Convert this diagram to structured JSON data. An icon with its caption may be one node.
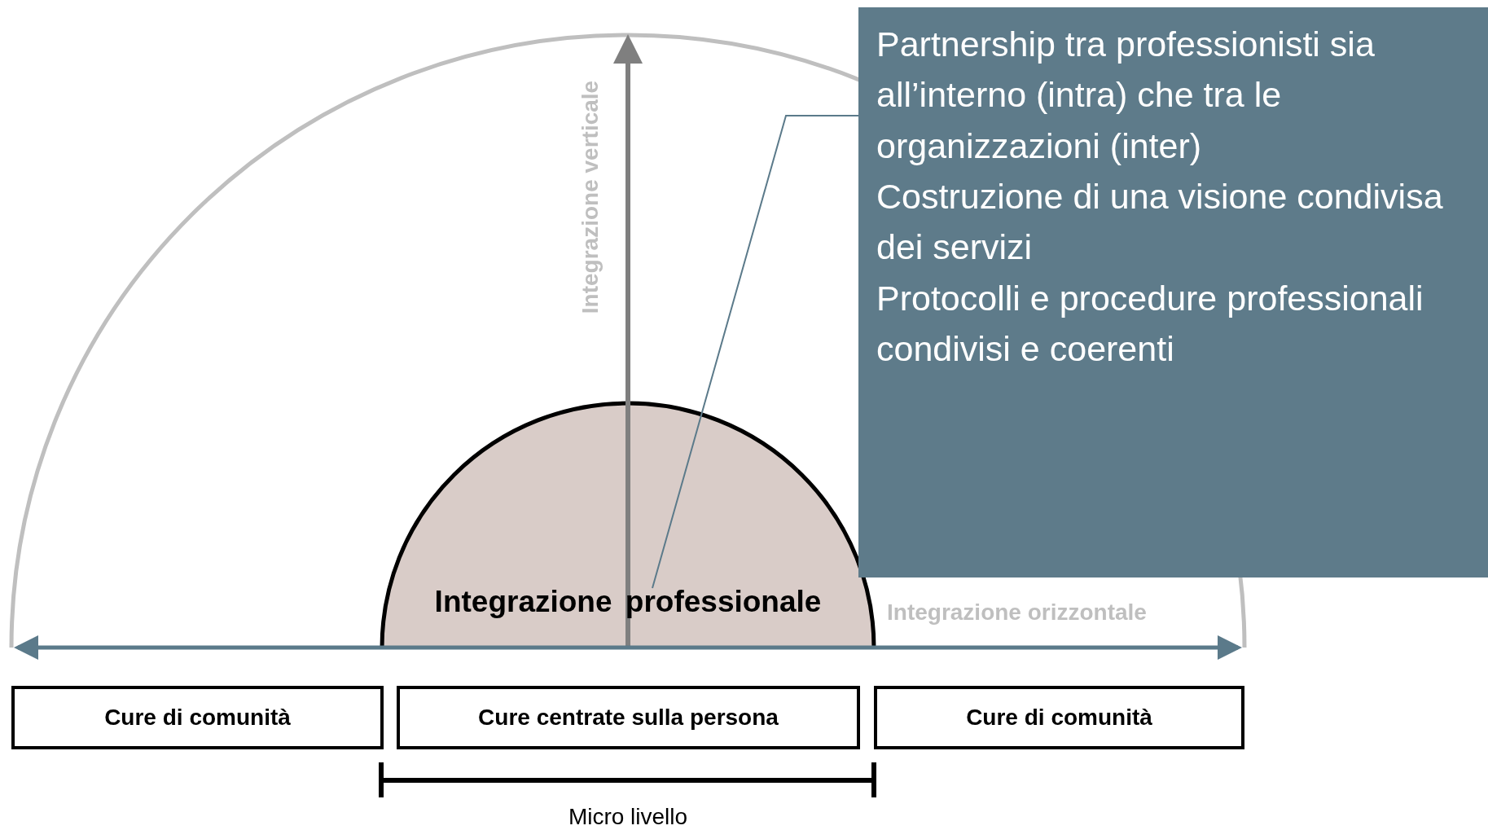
{
  "diagram": {
    "nodes": [
      {
        "text": [
          "Partnership tra professionisti sia all’interno (intra) che tra le organizzazioni (inter)",
          "Costruzione di una visione condivisa dei servizi",
          "Protocolli e procedure professionali condivisi e coerenti"
        ]
      },
      {
        "text": [
          "Integrazione professionale"
        ]
      },
      {
        "text": [
          "Cure di comunità"
        ]
      },
      {
        "text": [
          "Cure centrate sulla persona"
        ]
      },
      {
        "text": [
          "Cure di comunità"
        ]
      }
    ],
    "edges": [
      {
        "from": 0,
        "to": 1,
        "arrow": "none"
      }
    ],
    "labels": [
      "Integrazione verticale",
      "Integrazione orizzontale",
      "Micro livello"
    ]
  }
}
